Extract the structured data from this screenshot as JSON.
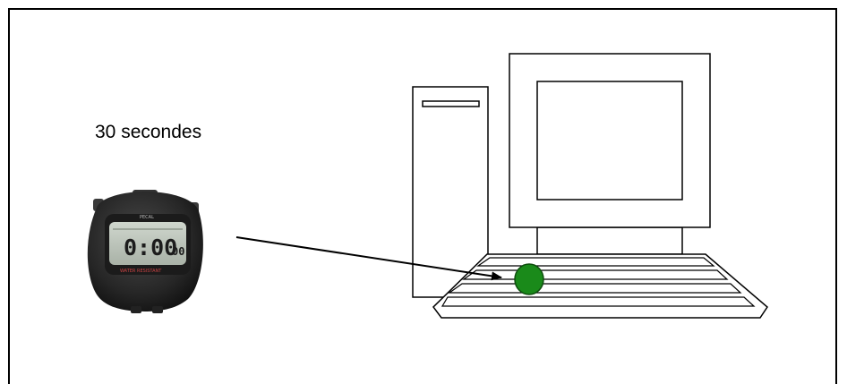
{
  "caption": "30 secondes",
  "stopwatch": {
    "display": "0:00",
    "display_small": "00",
    "top_label": "PECAL",
    "brand_label": "WATER RESISTANT"
  },
  "colors": {
    "stroke": "#000000",
    "keyboard_key": "#1a8a1a",
    "lcd": "#b9c2b8",
    "stopwatch_body": "#2b2b2b"
  }
}
